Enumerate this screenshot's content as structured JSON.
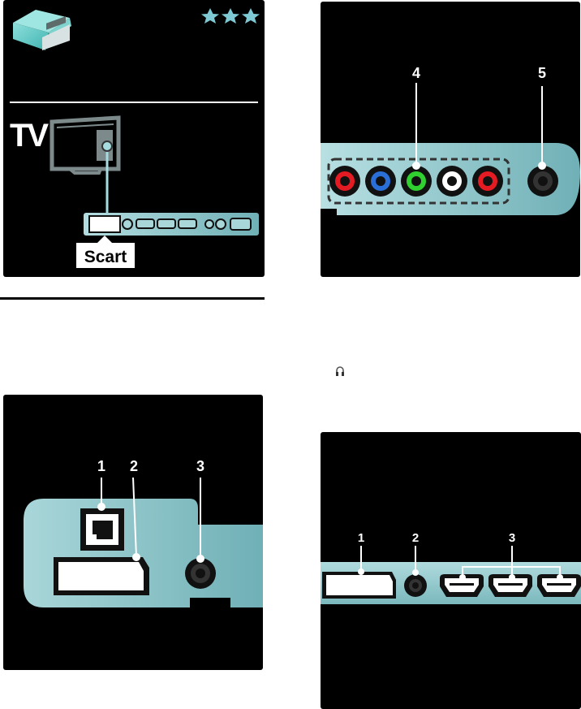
{
  "colors": {
    "panel_bg": "#000000",
    "teal_light": "#a9d6d9",
    "teal_dark": "#6fb0b6",
    "star": "#7ec9d4",
    "tv_gray": "#7d8a8c",
    "cable": "#a6dbe0",
    "rca_red": "#e41b23",
    "rca_blue": "#2a6fd8",
    "rca_green": "#2fd02f",
    "rca_white": "#ffffff"
  },
  "fig_scart": {
    "rating_stars": 3,
    "tv_label": "TV",
    "connector_label": "Scart",
    "icons": [
      "scart-plug-icon",
      "star-icon",
      "tv-icon"
    ]
  },
  "fig_side_av": {
    "callouts": [
      "4",
      "5"
    ],
    "ports": [
      "rca-red",
      "rca-blue",
      "rca-green",
      "rca-white",
      "rca-red",
      "audio-jack"
    ]
  },
  "fig_rear_left": {
    "callouts": [
      "1",
      "2",
      "3"
    ],
    "ports": [
      "network-port",
      "scart-port",
      "audio-jack"
    ]
  },
  "fig_rear_bottom": {
    "callouts": [
      "1",
      "2",
      "3"
    ],
    "ports": [
      "vga-port",
      "audio-jack",
      "hdmi-port",
      "hdmi-port",
      "hdmi-port"
    ]
  },
  "inline_icon": "headphones-icon"
}
